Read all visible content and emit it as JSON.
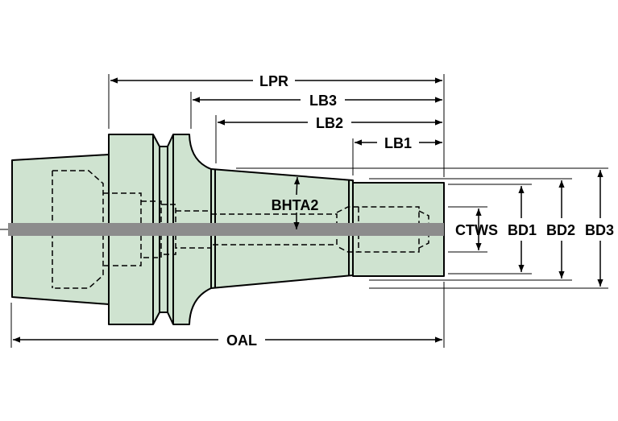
{
  "diagram": {
    "colors": {
      "body_fill": "#cfe3d0",
      "coolant_channel": "#8c8c8c",
      "outline": "#000000",
      "background": "#ffffff"
    },
    "labels": {
      "lpr": "LPR",
      "lb3": "LB3",
      "lb2": "LB2",
      "lb1": "LB1",
      "oal": "OAL",
      "bhta2": "BHTA2",
      "ctws": "CTWS",
      "bd1": "BD1",
      "bd2": "BD2",
      "bd3": "BD3"
    }
  }
}
